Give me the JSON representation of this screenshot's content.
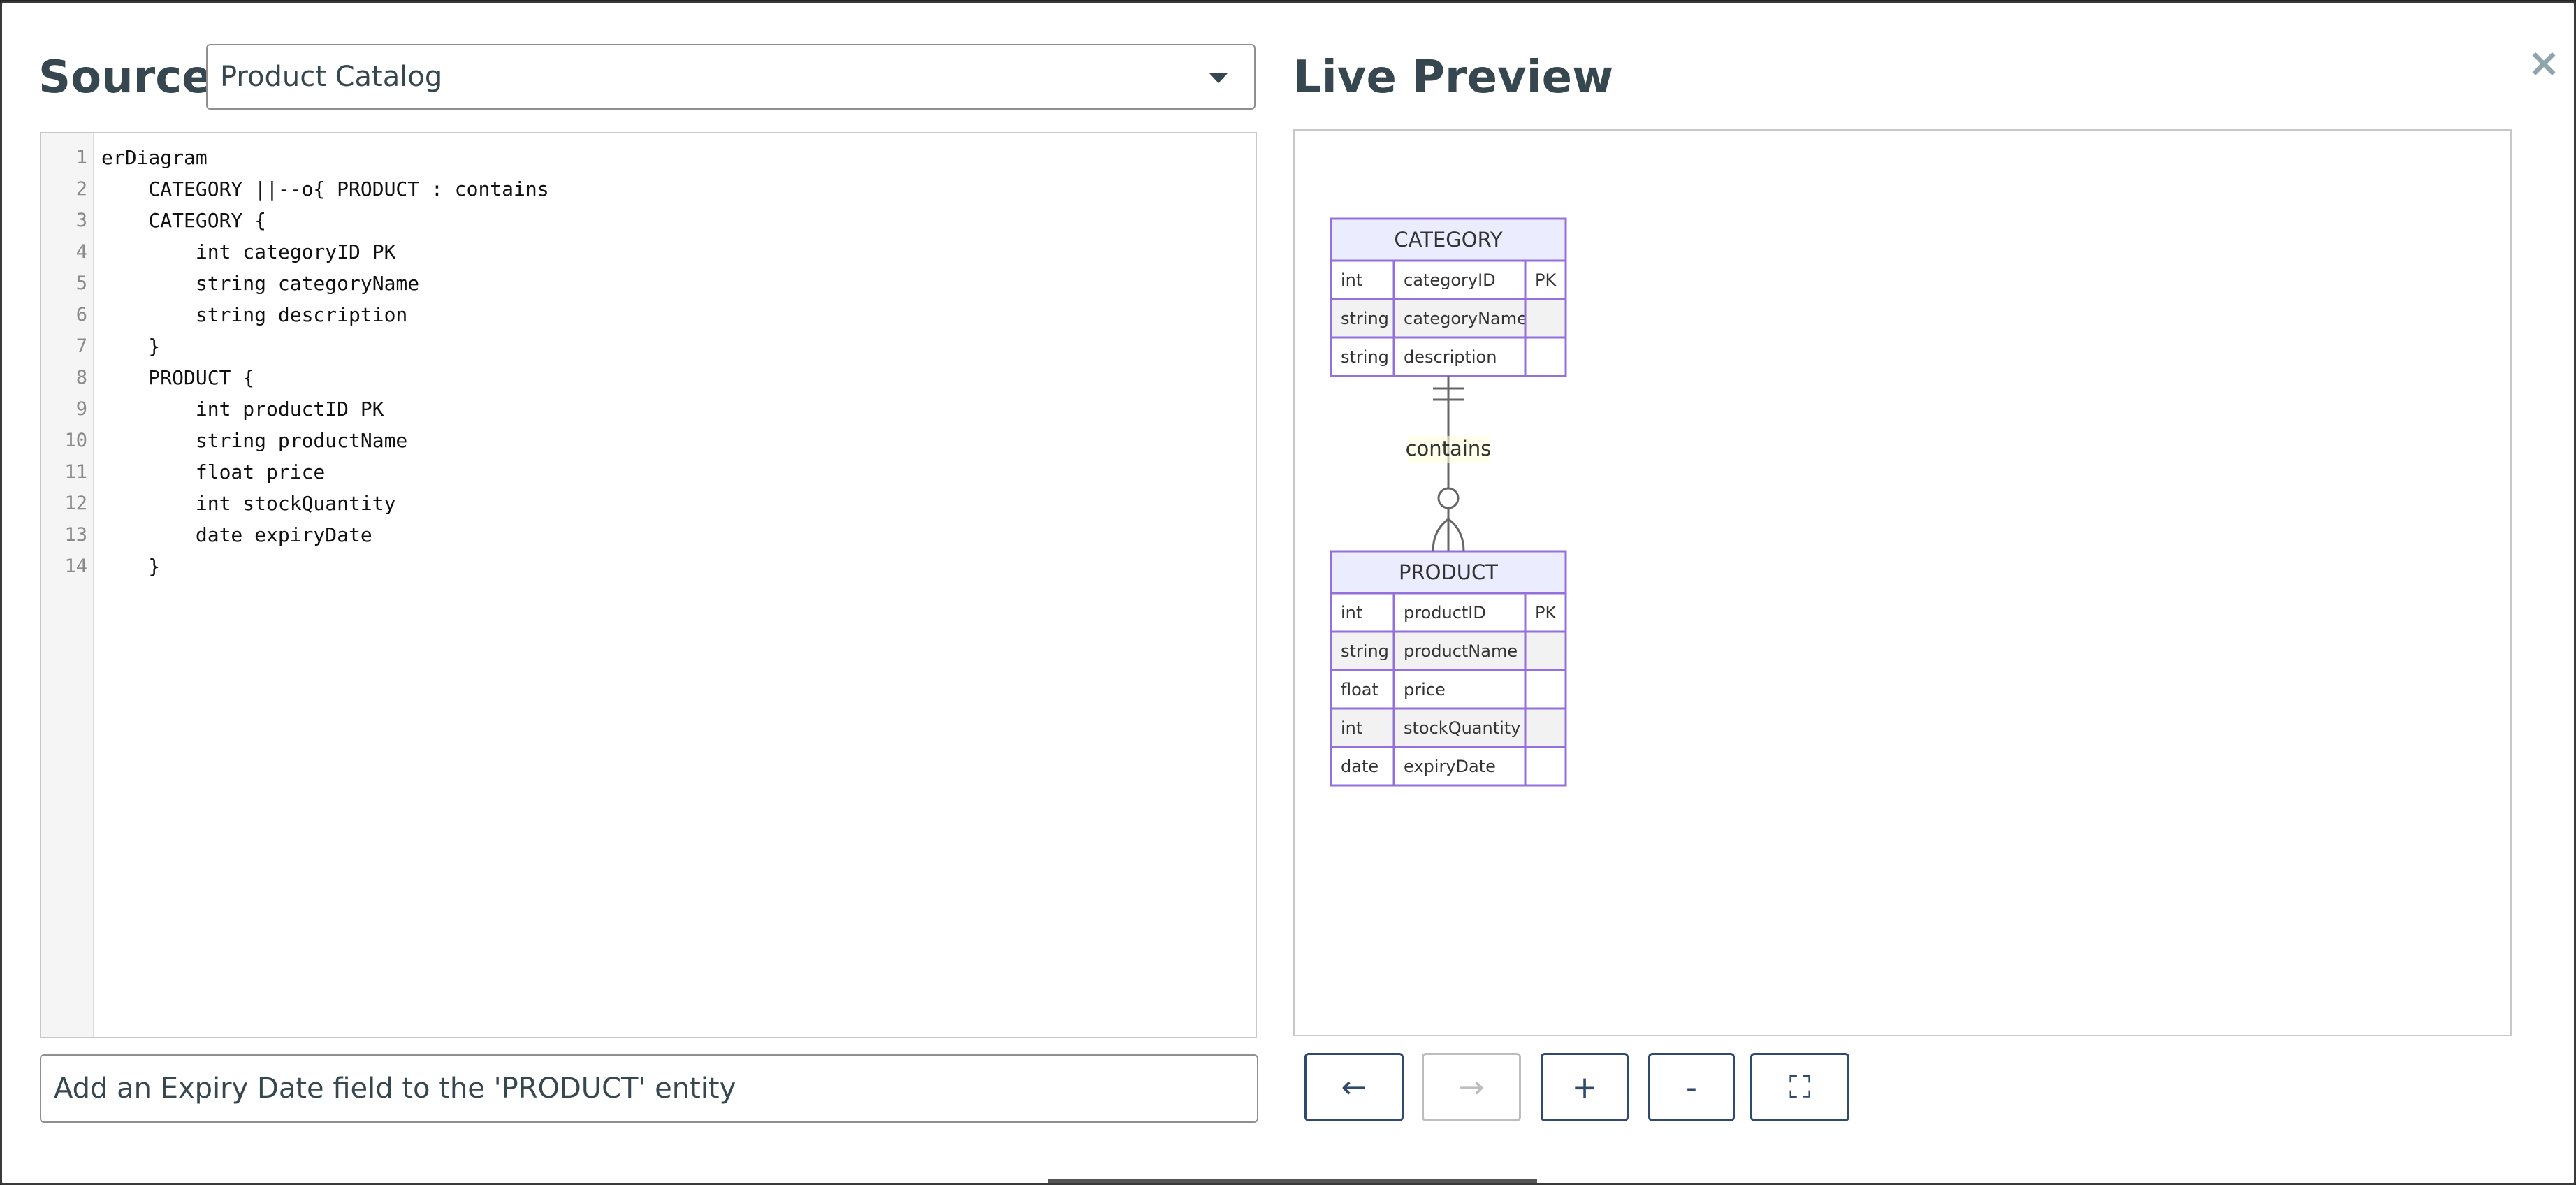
{
  "source_title": "Source",
  "preview_title": "Live Preview",
  "close_label": "×",
  "diagram_select": {
    "value": "Product Catalog"
  },
  "editor": {
    "line_numbers": [
      "1",
      "2",
      "3",
      "4",
      "5",
      "6",
      "7",
      "8",
      "9",
      "10",
      "11",
      "12",
      "13",
      "14"
    ],
    "lines": [
      "erDiagram",
      "    CATEGORY ||--o{ PRODUCT : contains",
      "    CATEGORY {",
      "        int categoryID PK",
      "        string categoryName",
      "        string description",
      "    }",
      "    PRODUCT {",
      "        int productID PK",
      "        string productName",
      "        float price",
      "        int stockQuantity",
      "        date expiryDate",
      "    }"
    ]
  },
  "prompt": {
    "value": "Add an Expiry Date field to the 'PRODUCT' entity"
  },
  "toolbar": {
    "back_label": "←",
    "forward_label": "→",
    "zoom_in_label": "+",
    "zoom_out_label": "-",
    "fit_label": "⛶"
  },
  "diagram": {
    "relationship_label": "contains",
    "entities": [
      {
        "name": "CATEGORY",
        "attributes": [
          {
            "type": "int",
            "name": "categoryID",
            "key": "PK"
          },
          {
            "type": "string",
            "name": "categoryName",
            "key": ""
          },
          {
            "type": "string",
            "name": "description",
            "key": ""
          }
        ]
      },
      {
        "name": "PRODUCT",
        "attributes": [
          {
            "type": "int",
            "name": "productID",
            "key": "PK"
          },
          {
            "type": "string",
            "name": "productName",
            "key": ""
          },
          {
            "type": "float",
            "name": "price",
            "key": ""
          },
          {
            "type": "int",
            "name": "stockQuantity",
            "key": ""
          },
          {
            "type": "date",
            "name": "expiryDate",
            "key": ""
          }
        ]
      }
    ],
    "colors": {
      "entity_fill": "#ECECFF",
      "entity_stroke": "#9370DB",
      "row_alt_fill": "#F2F2F2",
      "line": "#666666",
      "label_bg": "#FFFFDE"
    }
  }
}
